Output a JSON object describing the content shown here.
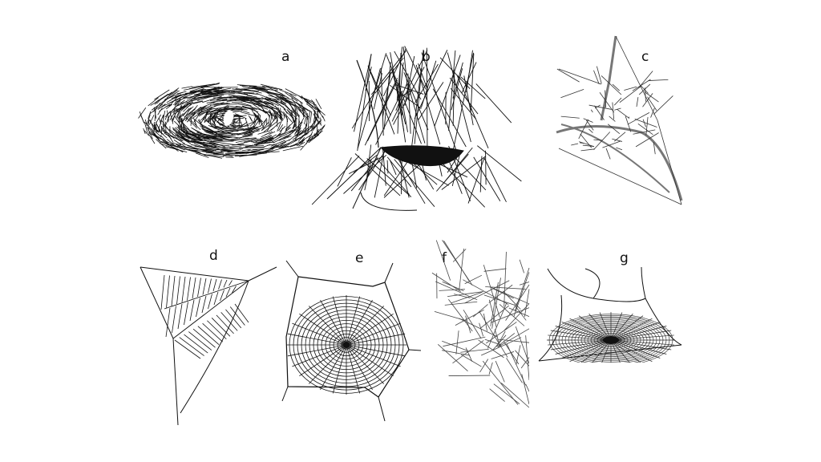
{
  "figure": {
    "panels": [
      {
        "id": "a",
        "label": "a",
        "description": "dense sheet web with funnel retreat"
      },
      {
        "id": "b",
        "label": "b",
        "description": "tangle web above dense sheet"
      },
      {
        "id": "c",
        "label": "c",
        "description": "irregular tangle web attached to twigs"
      },
      {
        "id": "d",
        "label": "d",
        "description": "triangle sector web"
      },
      {
        "id": "e",
        "label": "e",
        "description": "orb web"
      },
      {
        "id": "f",
        "label": "f",
        "description": "irregular cobweb"
      },
      {
        "id": "g",
        "label": "g",
        "description": "sheet web with funnel"
      }
    ],
    "colors": {
      "background": "#ffffff",
      "ink": "#111111",
      "grey_ink": "#777777"
    }
  }
}
